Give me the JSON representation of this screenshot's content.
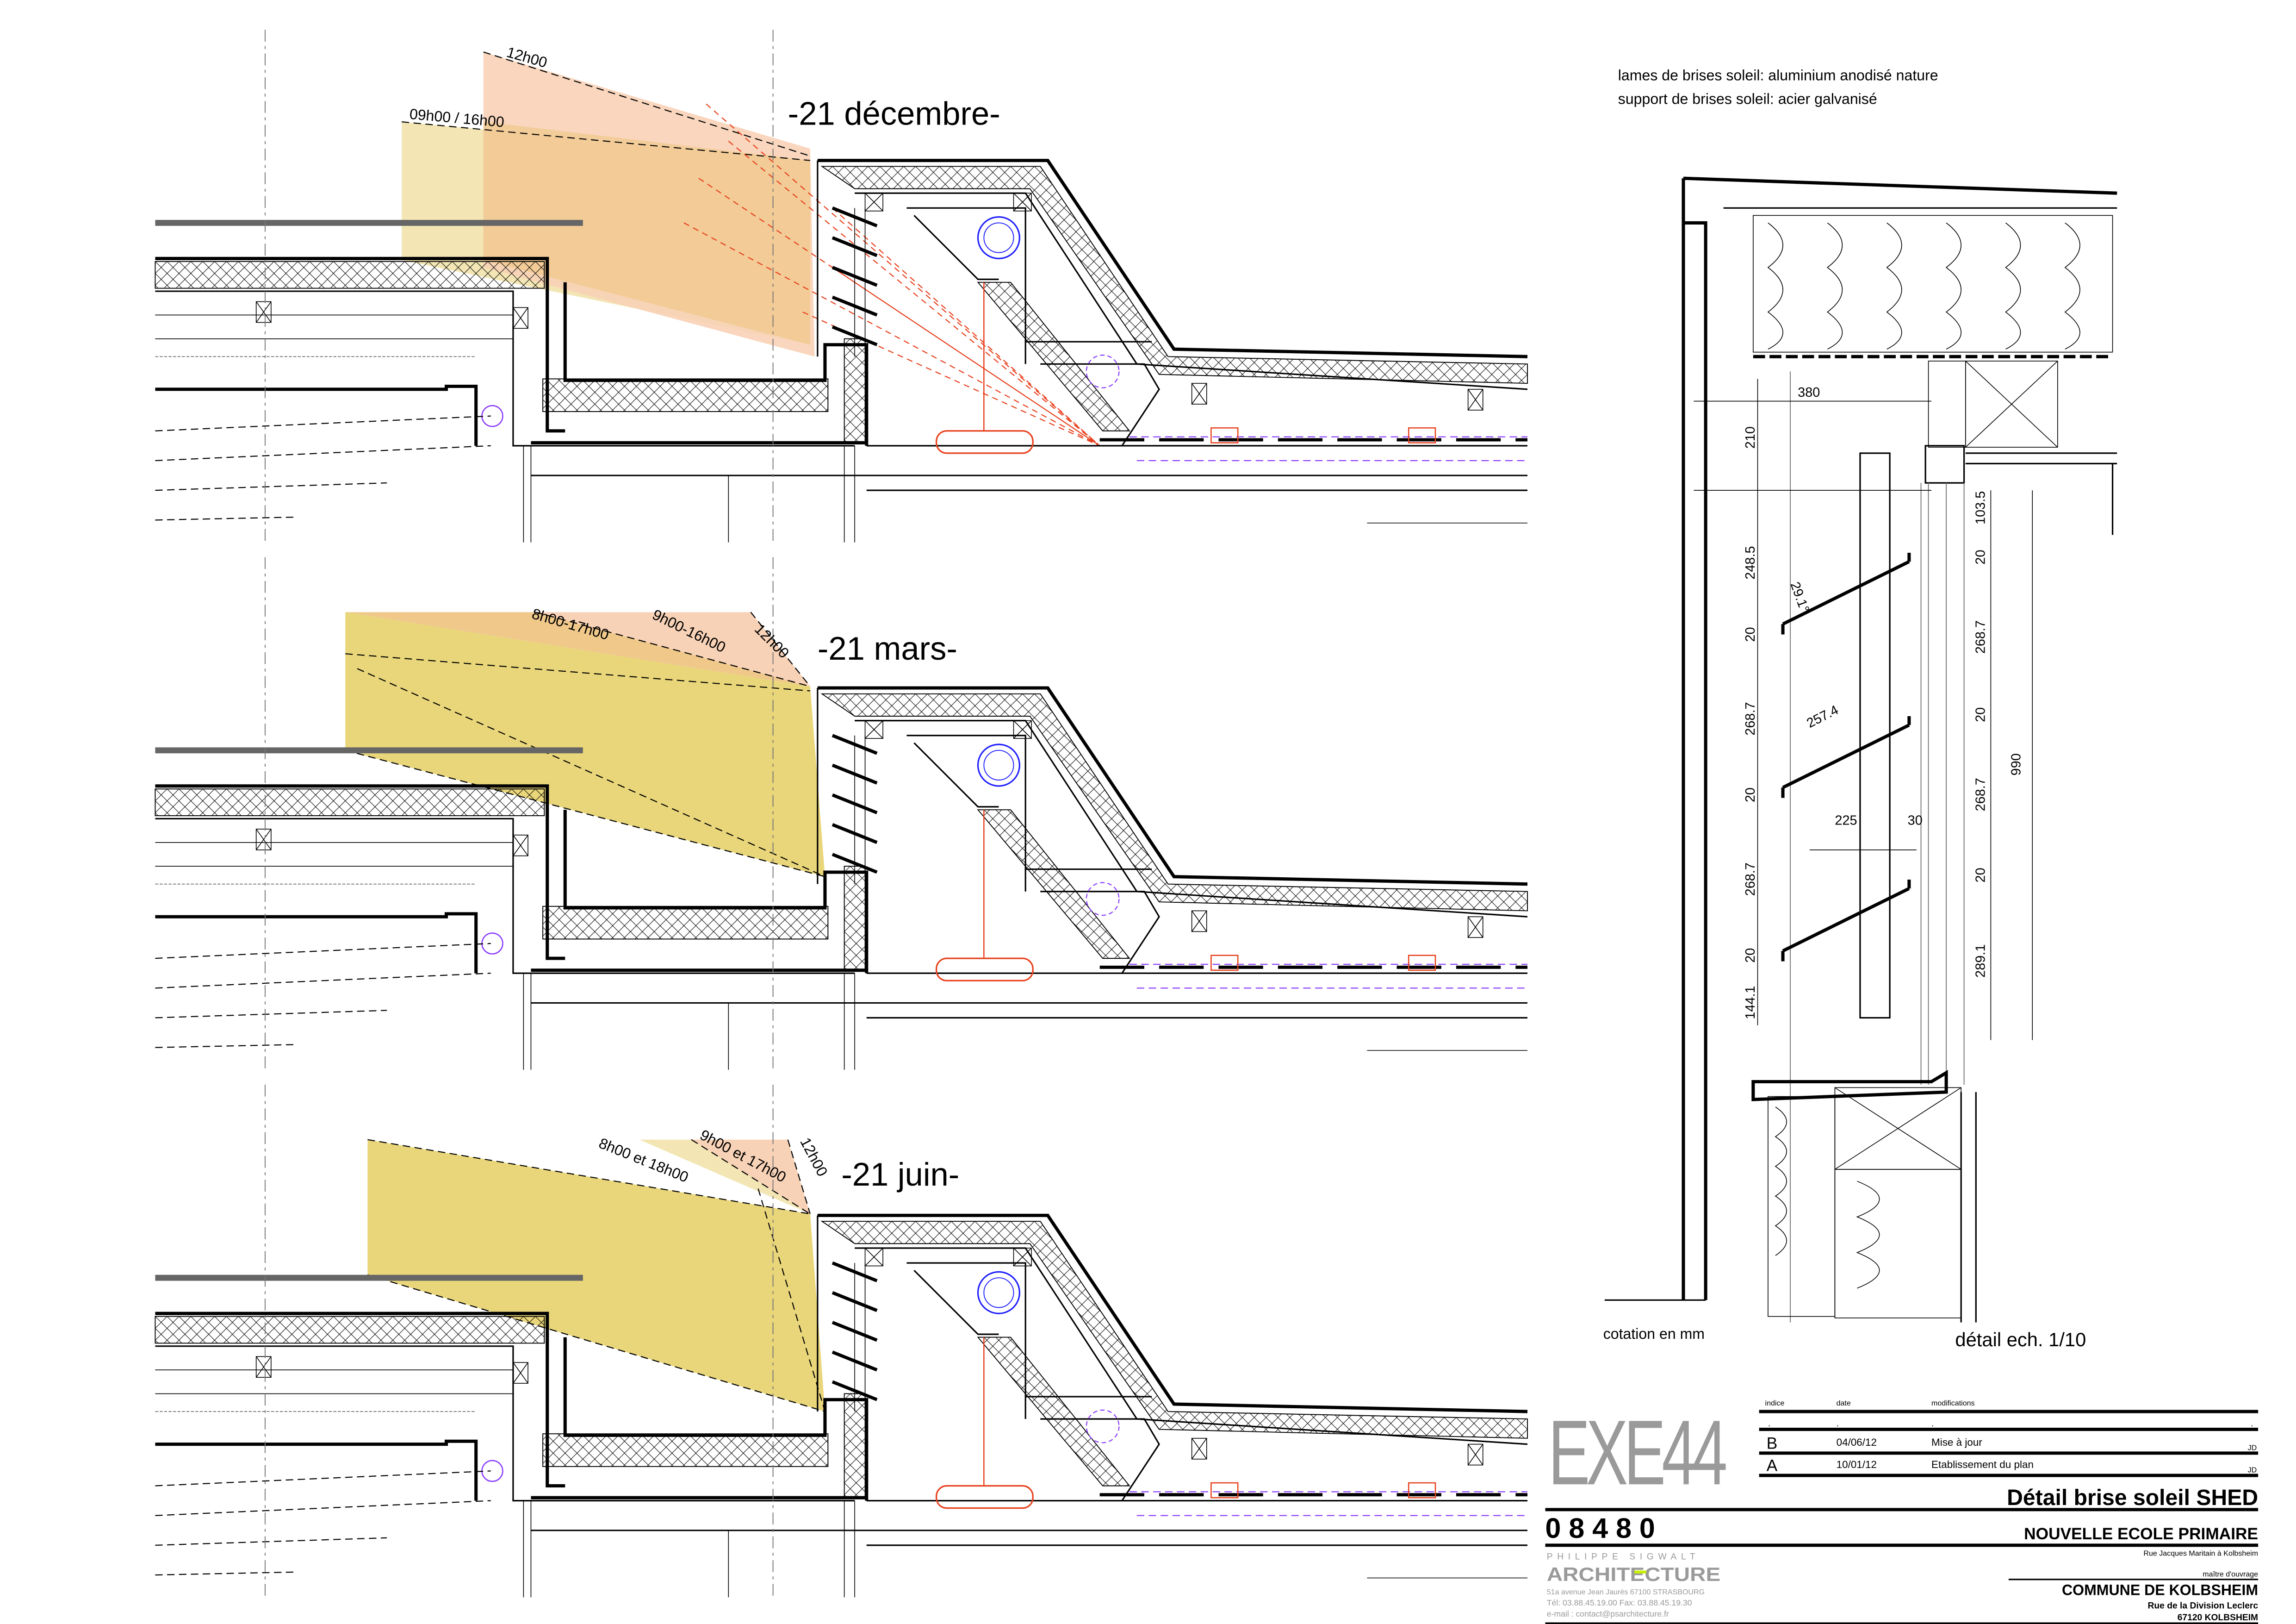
{
  "notes": {
    "line1": "lames de brises soleil: aluminium anodisé nature",
    "line2": "support de brises soleil: acier galvanisé"
  },
  "sections": [
    {
      "title": "-21 décembre-",
      "sun_labels": [
        "12h00",
        "09h00 / 16h00"
      ]
    },
    {
      "title": "-21 mars-",
      "sun_labels": [
        "8h00-17h00",
        "9h00-16h00",
        "12h00"
      ]
    },
    {
      "title": "-21 juin-",
      "sun_labels": [
        "8h00 et 18h00",
        "9h00 et 17h00",
        "12h00"
      ]
    }
  ],
  "detail": {
    "left_dims": [
      "380",
      "210",
      "248.5",
      "20",
      "268.7",
      "20",
      "268.7",
      "20",
      "144.1"
    ],
    "angle": "29.1°",
    "slat_width": "257.4",
    "h_dims": [
      "225",
      "30"
    ],
    "right_dims": [
      "103.5",
      "20",
      "268.7",
      "20",
      "268.7",
      "20",
      "289.1"
    ],
    "total": "990",
    "units_note": "cotation en mm",
    "scale_note": "détail ech. 1/10"
  },
  "title_block": {
    "phase": "EXE44",
    "headers": [
      "indice",
      "date",
      "modifications"
    ],
    "revisions": [
      {
        "index": ".",
        "date": ".",
        "modification": ".",
        "author": "."
      },
      {
        "index": "B",
        "date": "04/06/12",
        "modification": "Mise à jour",
        "author": "JD"
      },
      {
        "index": "A",
        "date": "10/01/12",
        "modification": "Etablissement du plan",
        "author": "JD"
      }
    ],
    "drawing_title": "Détail brise soleil SHED",
    "project_number": "0 8 4 8 0",
    "project_name": "NOUVELLE ECOLE PRIMAIRE",
    "project_address": "Rue Jacques Maritain à Kolbsheim",
    "client_label": "maître d'ouvrage",
    "client_name": "COMMUNE DE KOLBSHEIM",
    "client_street": "Rue de la Division Leclerc",
    "client_city": "67120 KOLBSHEIM",
    "architect": {
      "name": "PHILIPPE SIGWALT",
      "logo": "ARCHITECTURE",
      "address": "51a avenue Jean Jaurès   67100 STRASBOURG",
      "phone": "Tél: 03.88.45.19.00   Fax: 03.88.45.19.30",
      "email": "e-mail :   contact@psarchitecture.fr"
    }
  },
  "colors": {
    "sun_yellow": "#e9d67a",
    "sun_light": "#f3e6b4",
    "sun_salmon": "#f8d2b6",
    "sun_mid": "#efc88a",
    "accent_green": "#c8f000"
  }
}
